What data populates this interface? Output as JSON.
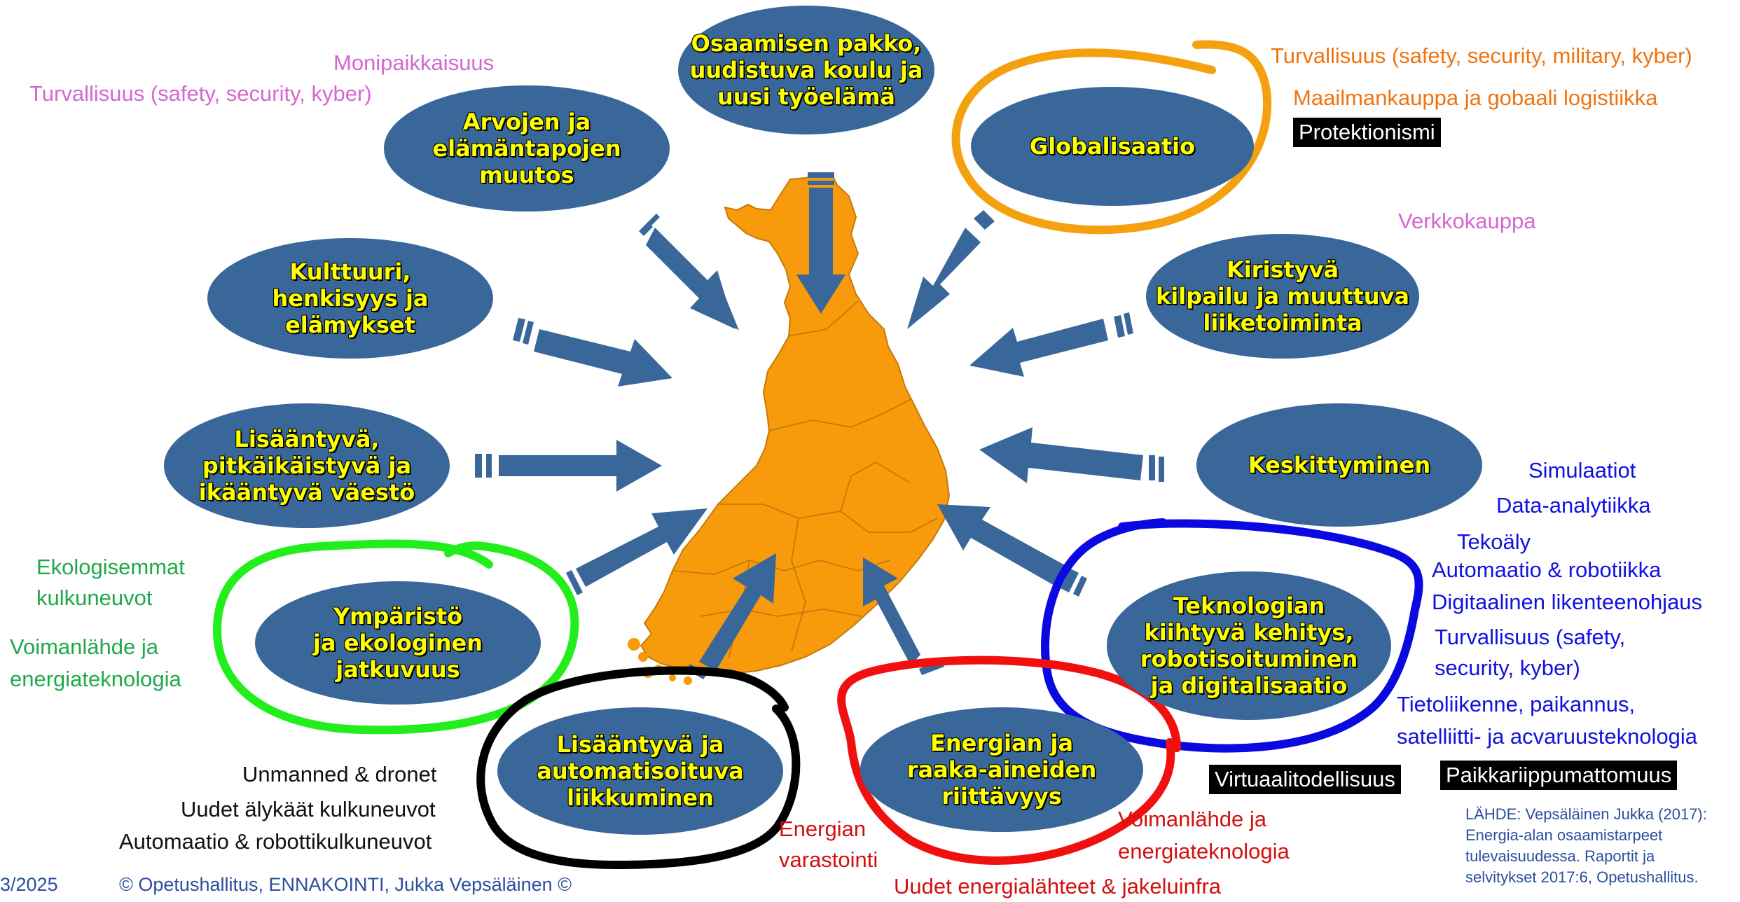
{
  "bubbles": {
    "osaaminen": [
      "Osaamisen pakko,",
      "uudistuva koulu ja",
      "uusi työelämä"
    ],
    "arvot": [
      "Arvojen ja",
      "elämäntapojen",
      "muutos"
    ],
    "globalisaatio": [
      "Globalisaatio"
    ],
    "kulttuuri": [
      "Kulttuuri,",
      "henkisyys ja",
      "elämykset"
    ],
    "kilpailu": [
      "Kiristyvä",
      "kilpailu ja muuttuva",
      "liiketoiminta"
    ],
    "vaesto": [
      "Lisääntyvä,",
      "pitkäikäistyvä ja",
      "ikääntyvä väestö"
    ],
    "keskittyminen": [
      "Keskittyminen"
    ],
    "ymparisto": [
      "Ympäristö",
      "ja ekologinen",
      "jatkuvuus"
    ],
    "teknologia": [
      "Teknologian",
      "kiihtyvä kehitys,",
      "robotisoituminen",
      "ja digitalisaatio"
    ],
    "liikkuminen": [
      "Lisääntyvä ja",
      "automatisoituva",
      "liikkuminen"
    ],
    "energia": [
      "Energian ja",
      "raaka-aineiden",
      "riittävyys"
    ]
  },
  "notes": {
    "monipaikkaisuus": "Monipaikkaisuus",
    "turvallisuus_pink": "Turvallisuus (safety, security, kyber)",
    "verkkokauppa": "Verkkokauppa",
    "turvallisuus_orange": "Turvallisuus (safety, security, military, kyber)",
    "maailmankauppa": "Maailmankauppa ja gobaali logistiikka",
    "protektionismi": "Protektionismi",
    "simulaatiot": "Simulaatiot",
    "data_analytiikka": "Data-analytiikka",
    "tekoaly": "Tekoäly",
    "automaatio_robotiikka": "Automaatio & robotiikka",
    "digitaalinen": "Digitaalinen likenteenohjaus",
    "turvallisuus_blue_1": "Turvallisuus (safety,",
    "turvallisuus_blue_2": "security, kyber)",
    "tietoliikenne": "Tietoliikenne, paikannus,",
    "satelliitti": "satelliitti- ja acvaruusteknologia",
    "virtuaalitodellisuus": "Virtuaalitodellisuus",
    "paikkariippumattomuus": "Paikkariippumattomuus",
    "ekologisemmat_1": "Ekologisemmat",
    "ekologisemmat_2": "kulkuneuvot",
    "voimanlahde_green_1": "Voimanlähde ja",
    "voimanlahde_green_2": "energiateknologia",
    "unmanned": "Unmanned & dronet",
    "uudet_alykkaat": "Uudet älykäät kulkuneuvot",
    "automaatio_robotti": "Automaatio & robottikulkuneuvot",
    "energian_varastointi_1": "Energian",
    "energian_varastointi_2": "varastointi",
    "voimanlahde_red_1": "Voimanlähde ja",
    "voimanlahde_red_2": "energiateknologia",
    "uudet_energialahteet": "Uudet energialähteet & jakeluinfra"
  },
  "source": [
    "LÄHDE: Vepsäläinen Jukka (2017):",
    "Energia-alan osaamistarpeet",
    "tulevaisuudessa. Raportit ja",
    "selvitykset 2017:6, Opetushallitus."
  ],
  "footer": {
    "date": "3/2025",
    "copyright": "© Opetushallitus, ENNAKOINTI, Jukka Vepsäläinen ©"
  },
  "colors": {
    "bubble": "#3a6799",
    "bubble_text": "#ffff00",
    "map": "#f79a0b",
    "arrow": "#3a6799",
    "pink_notes": "#d467d0",
    "orange_notes": "#f0730f",
    "blue_notes": "#1111e0",
    "green_notes": "#1fa84a",
    "red_notes": "#d31010",
    "circle_orange": "#f5a10f",
    "circle_green": "#22ee1c",
    "circle_blue": "#0a0ae0",
    "circle_black": "#000000",
    "circle_red": "#f01010"
  }
}
